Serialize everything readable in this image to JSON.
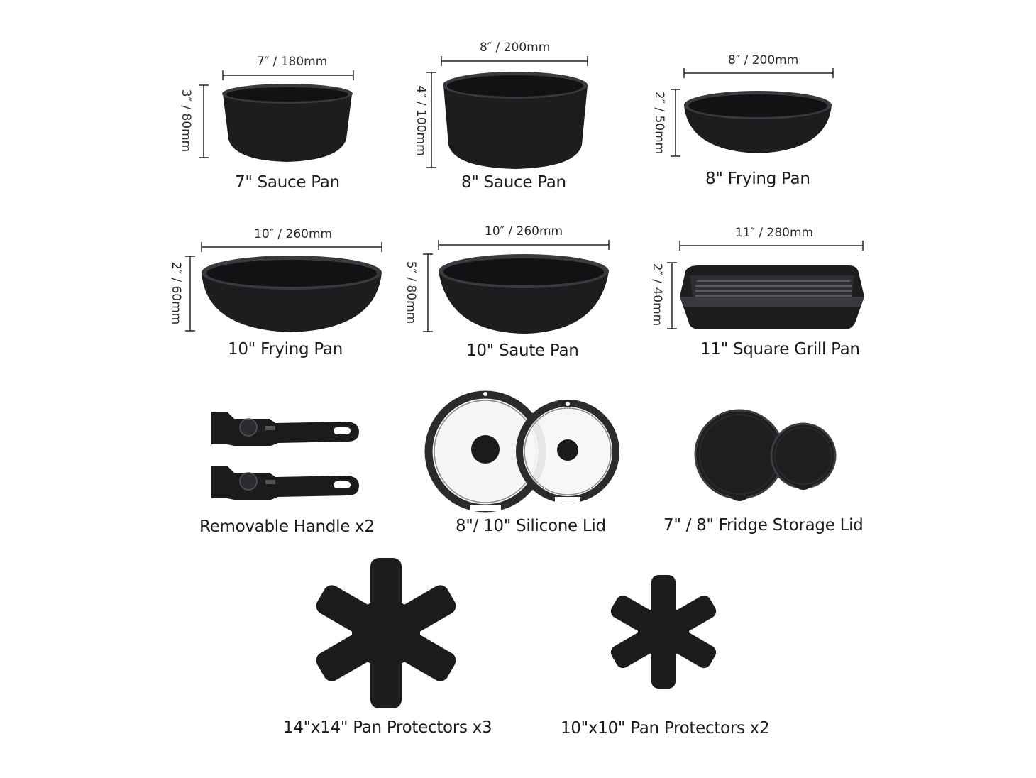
{
  "products": {
    "sauce7": {
      "label": "7\" Sauce Pan",
      "width": "7″ / 180mm",
      "height": "3″ / 80mm"
    },
    "sauce8": {
      "label": "8\" Sauce Pan",
      "width": "8″ / 200mm",
      "height": "4″ / 100mm"
    },
    "fry8": {
      "label": "8\" Frying Pan",
      "width": "8″ / 200mm",
      "height": "2″ / 50mm"
    },
    "fry10": {
      "label": "10\" Frying Pan",
      "width": "10″ / 260mm",
      "height": "2″ / 60mm"
    },
    "saute10": {
      "label": "10\" Saute Pan",
      "width": "10″ / 260mm",
      "height": "5″ / 80mm"
    },
    "grill11": {
      "label": "11\" Square Grill Pan",
      "width": "11″ / 280mm",
      "height": "2″ / 40mm"
    },
    "handle": {
      "label": "Removable Handle x2"
    },
    "lid": {
      "label": "8\"/ 10\" Silicone Lid"
    },
    "storage": {
      "label": "7\" / 8\" Fridge Storage Lid"
    },
    "prot14": {
      "label": "14\"x14\" Pan Protectors x3"
    },
    "prot10": {
      "label": "10\"x10\" Pan Protectors x2"
    }
  },
  "colors": {
    "pan": "#1b1b1d",
    "rim": "#444448",
    "text": "#1c1c1c",
    "glass": "#f6f6f6"
  }
}
